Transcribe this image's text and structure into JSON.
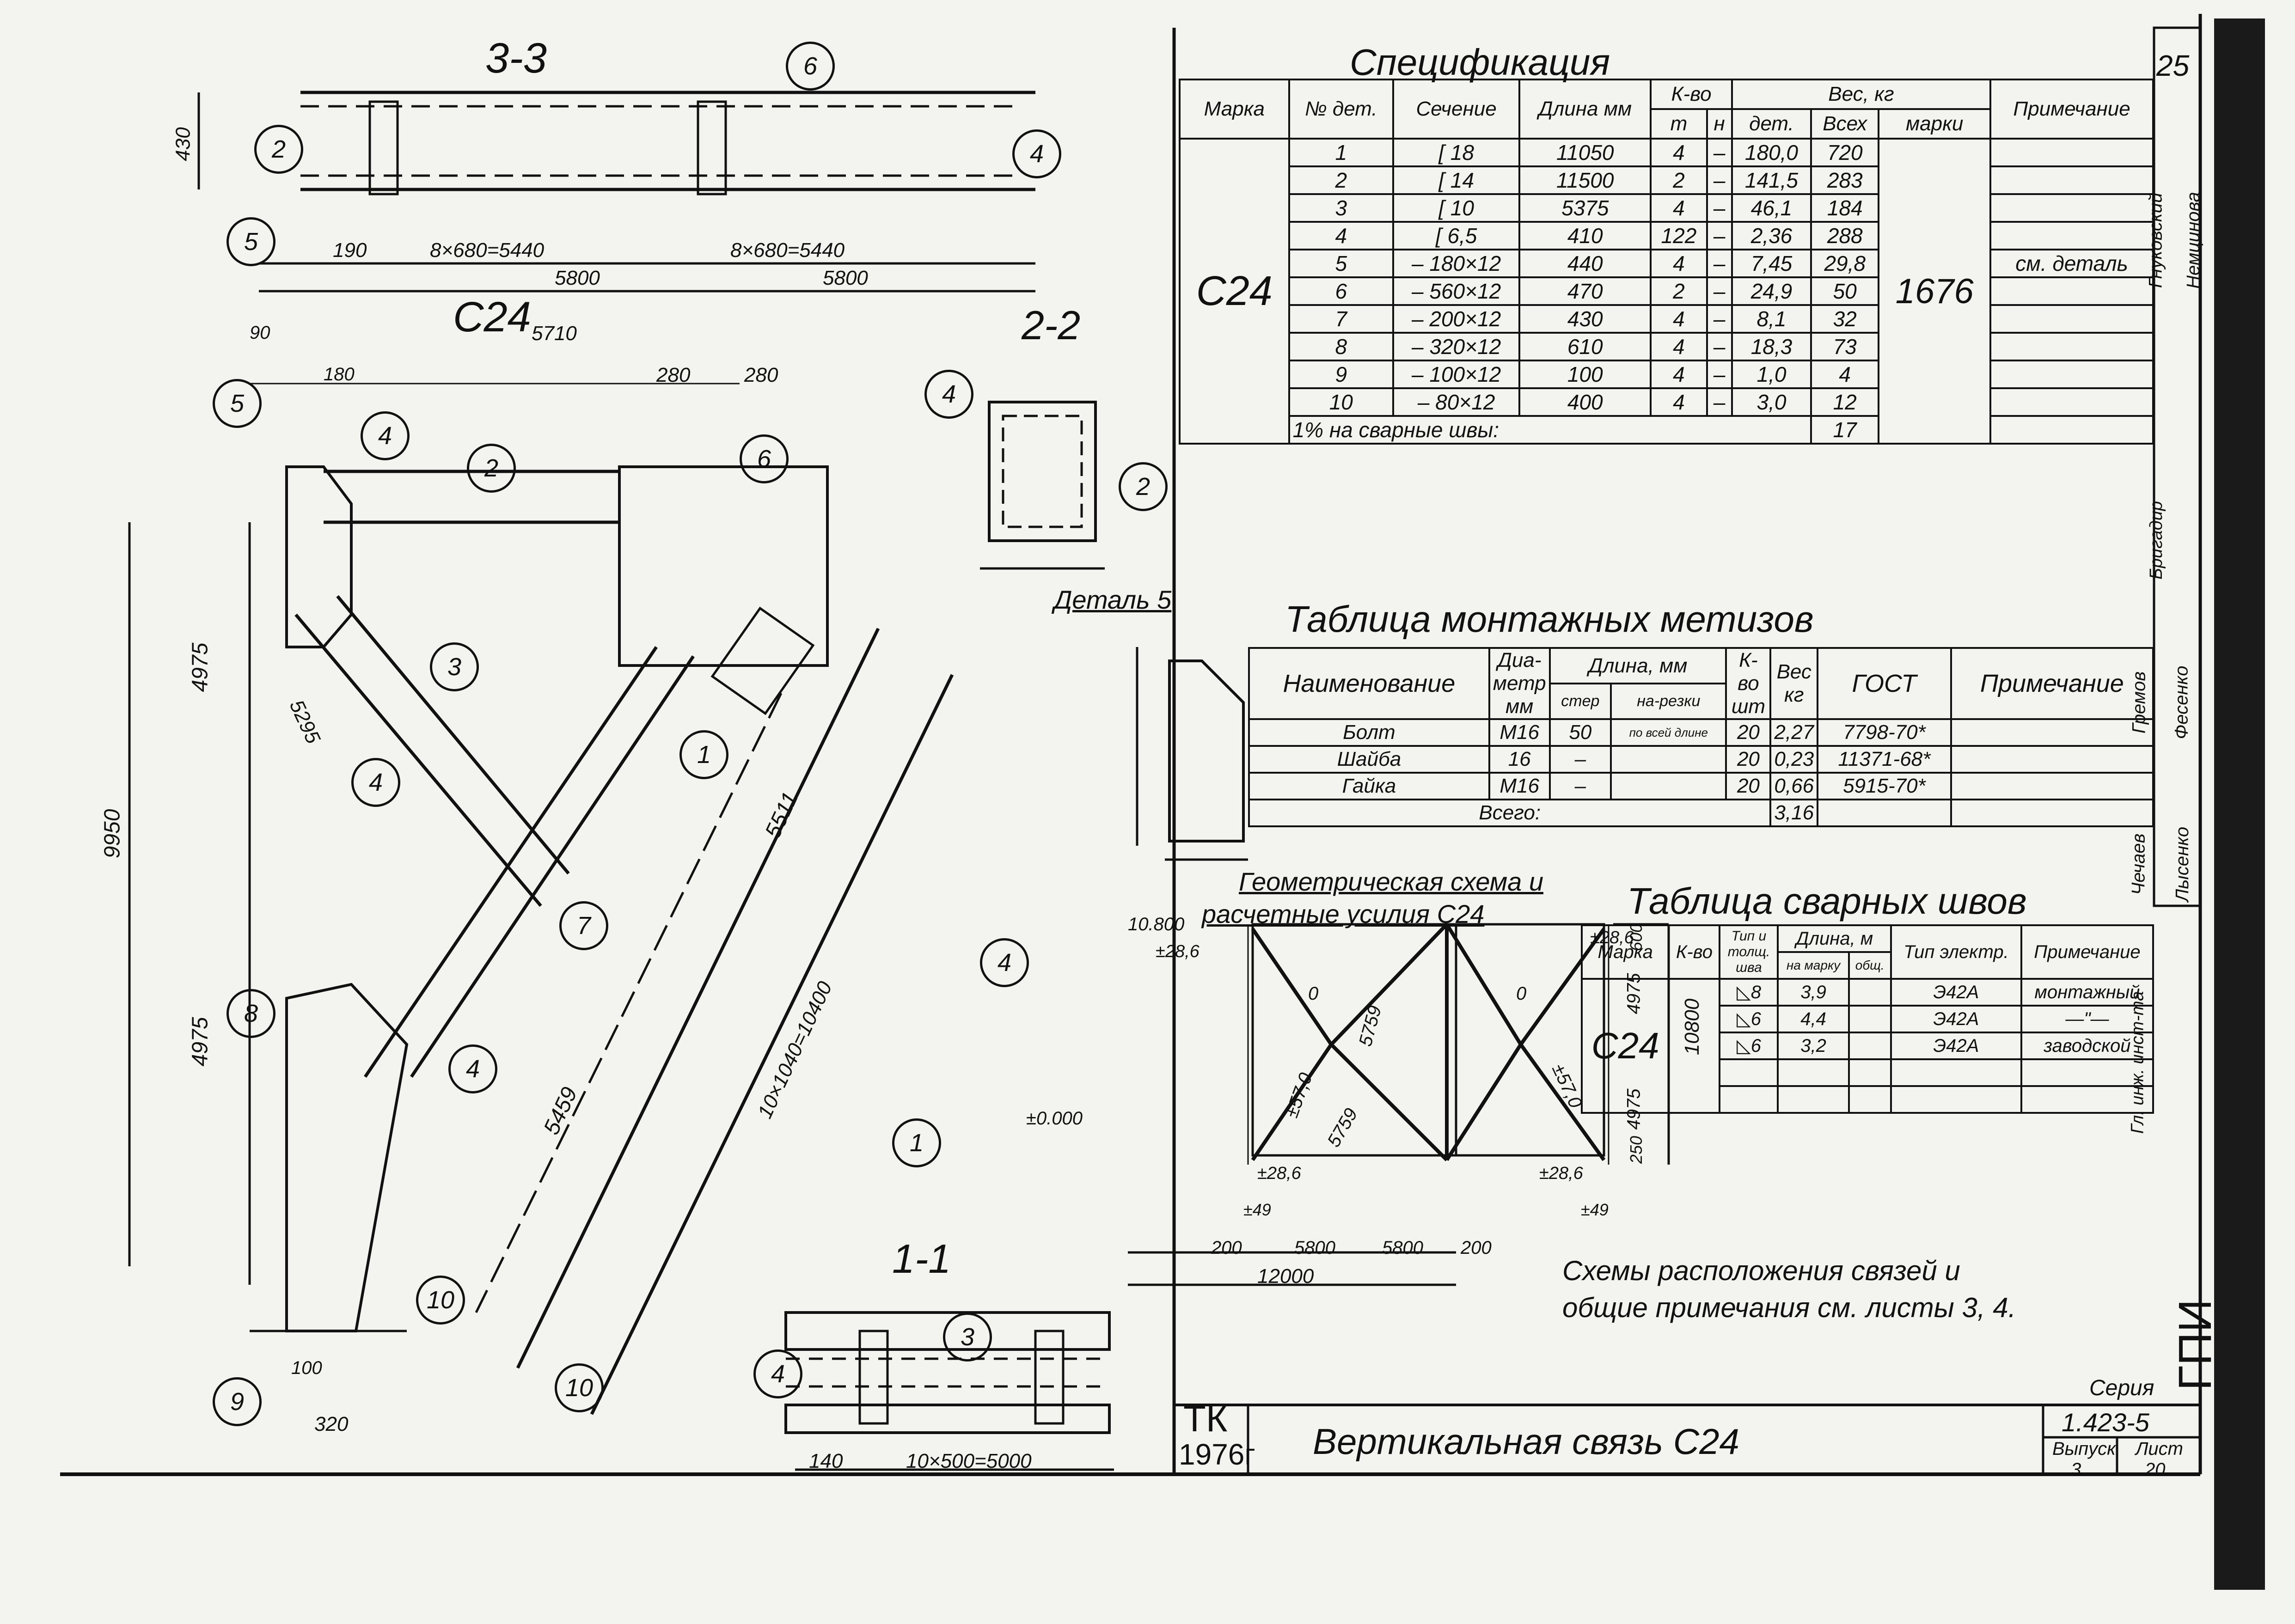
{
  "sheet_no_top": "25",
  "spec": {
    "title": "Спецификация",
    "headers": {
      "marka": "Марка",
      "det_no": "№ дет.",
      "section": "Сечение",
      "length": "Длина мм",
      "qty": "К-во",
      "qty_t": "т",
      "qty_n": "н",
      "weight": "Вес, кг",
      "w_det": "дет.",
      "w_all": "Всех",
      "w_mark": "марки",
      "note": "Примечание"
    },
    "mark": "С24",
    "mark_weight": "1676",
    "rows": [
      {
        "no": "1",
        "sec": "[ 18",
        "len": "11050",
        "t": "4",
        "n": "–",
        "wdet": "180,0",
        "wall": "720",
        "note": ""
      },
      {
        "no": "2",
        "sec": "[ 14",
        "len": "11500",
        "t": "2",
        "n": "–",
        "wdet": "141,5",
        "wall": "283",
        "note": ""
      },
      {
        "no": "3",
        "sec": "[ 10",
        "len": "5375",
        "t": "4",
        "n": "–",
        "wdet": "46,1",
        "wall": "184",
        "note": ""
      },
      {
        "no": "4",
        "sec": "[ 6,5",
        "len": "410",
        "t": "122",
        "n": "–",
        "wdet": "2,36",
        "wall": "288",
        "note": ""
      },
      {
        "no": "5",
        "sec": "– 180×12",
        "len": "440",
        "t": "4",
        "n": "–",
        "wdet": "7,45",
        "wall": "29,8",
        "note": "см. деталь"
      },
      {
        "no": "6",
        "sec": "– 560×12",
        "len": "470",
        "t": "2",
        "n": "–",
        "wdet": "24,9",
        "wall": "50",
        "note": ""
      },
      {
        "no": "7",
        "sec": "– 200×12",
        "len": "430",
        "t": "4",
        "n": "–",
        "wdet": "8,1",
        "wall": "32",
        "note": ""
      },
      {
        "no": "8",
        "sec": "– 320×12",
        "len": "610",
        "t": "4",
        "n": "–",
        "wdet": "18,3",
        "wall": "73",
        "note": ""
      },
      {
        "no": "9",
        "sec": "– 100×12",
        "len": "100",
        "t": "4",
        "n": "–",
        "wdet": "1,0",
        "wall": "4",
        "note": ""
      },
      {
        "no": "10",
        "sec": "– 80×12",
        "len": "400",
        "t": "4",
        "n": "–",
        "wdet": "3,0",
        "wall": "12",
        "note": ""
      }
    ],
    "weld_row": {
      "label": "1% на сварные швы:",
      "value": "17"
    }
  },
  "fasteners": {
    "title": "Таблица монтажных метизов",
    "headers": {
      "name": "Наименование",
      "dia": "Диа-метр мм",
      "len": "Длина, мм",
      "len_rod": "стер",
      "len_thr": "на-резки",
      "qty": "К-во шт",
      "w": "Вес кг",
      "gost": "ГОСТ",
      "note": "Примечание"
    },
    "rows": [
      {
        "name": "Болт",
        "dia": "М16",
        "rod": "50",
        "thr": "по всей длине",
        "qty": "20",
        "w": "2,27",
        "gost": "7798-70*"
      },
      {
        "name": "Шайба",
        "dia": "16",
        "rod": "–",
        "thr": "",
        "qty": "20",
        "w": "0,23",
        "gost": "11371-68*"
      },
      {
        "name": "Гайка",
        "dia": "М16",
        "rod": "–",
        "thr": "",
        "qty": "20",
        "w": "0,66",
        "gost": "5915-70*"
      }
    ],
    "total_label": "Всего:",
    "total": "3,16"
  },
  "welds": {
    "title": "Таблица сварных швов",
    "headers": {
      "mark": "Марка",
      "qty": "К-во",
      "type": "Тип и толщ. шва",
      "len": "Длина, м",
      "len_mark": "на марку",
      "len_all": "общ.",
      "el": "Тип электр.",
      "note": "Примечание"
    },
    "mark": "С24",
    "rows": [
      {
        "type": "◺8",
        "len": "3,9",
        "el": "Э42А",
        "note": "монтажный"
      },
      {
        "type": "◺6",
        "len": "4,4",
        "el": "Э42А",
        "note": "—\"—"
      },
      {
        "type": "◺6",
        "len": "3,2",
        "el": "Э42А",
        "note": "заводской"
      }
    ]
  },
  "views": {
    "sec33": "3-3",
    "sec22": "2-2",
    "sec11": "1-1",
    "main": "С24",
    "detail5": "Деталь 5",
    "geom_title": "Геометрическая схема и",
    "geom_title2": "расчетные усилия С24"
  },
  "dims": {
    "d430": "430",
    "d190": "190",
    "d8x680": "8×680=5440",
    "d8x680b": "8×680=5440",
    "d5800a": "5800",
    "d5800b": "5800",
    "d5710": "5710",
    "d280a": "280",
    "d280b": "280",
    "d90": "90",
    "d180": "180",
    "d9950": "9950",
    "d4975a": "4975",
    "d4975b": "4975",
    "d5511": "5511",
    "d5459": "5459",
    "d10x1040": "10×1040=10400",
    "d5295": "5295",
    "d320": "320",
    "d100": "100",
    "d140": "140",
    "d10x500": "10×500=5000",
    "d12000": "12000",
    "d10800": "10800",
    "d200a": "200",
    "d200b": "200",
    "d5759a": "5759",
    "d5759b": "5759",
    "d571a": "±57,0",
    "d571b": "±57,0",
    "d286a": "±28,6",
    "d286b": "±28,6",
    "d286c": "±28,6",
    "d286d": "±28,6",
    "d49a": "±49",
    "d49b": "±49",
    "d0": "±0.000",
    "d10800h": "10.800",
    "d600": "600",
    "d250": "250",
    "d0a": "0",
    "d0b": "0"
  },
  "notes": {
    "text1": "Схемы расположения связей и",
    "text2": "общие примечания см. листы 3, 4."
  },
  "title_block": {
    "tk": "ТК",
    "year": "1976г",
    "name": "Вертикальная связь С24",
    "series_label": "Серия",
    "series": "1.423-5",
    "vyp_label": "Выпуск",
    "vyp": "3",
    "list_label": "Лист",
    "list": "20"
  },
  "side_stamp": {
    "names": [
      "Гнуковский",
      "Немцинова",
      "Гремов",
      "Фесенко",
      "Чечаев",
      "Лысенко"
    ],
    "roles": [
      "Гл. инж. инст-та",
      "Бригадир"
    ],
    "org": "ГПИ"
  },
  "callouts": [
    "1",
    "2",
    "3",
    "4",
    "5",
    "6",
    "7",
    "8",
    "9",
    "10"
  ]
}
